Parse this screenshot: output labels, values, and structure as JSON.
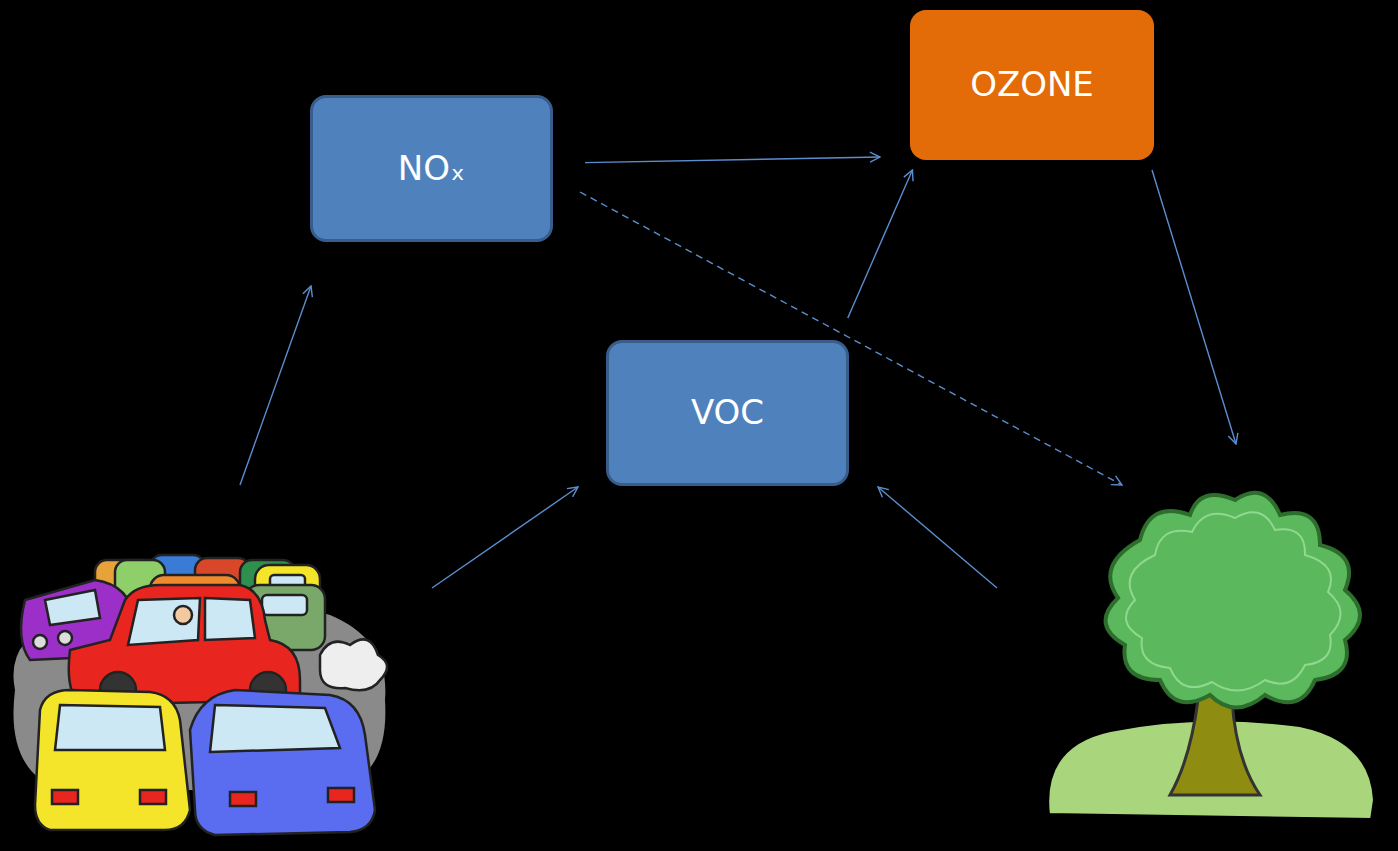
{
  "diagram": {
    "nodes": [
      {
        "text": [
          "NOₓ"
        ]
      },
      {
        "text": [
          "VOC"
        ]
      },
      {
        "text": [
          "OZONE"
        ]
      }
    ],
    "edges": [
      {
        "from": 0,
        "to": 2,
        "arrow": "to"
      },
      {
        "from": 1,
        "to": 2,
        "arrow": "to"
      }
    ]
  }
}
